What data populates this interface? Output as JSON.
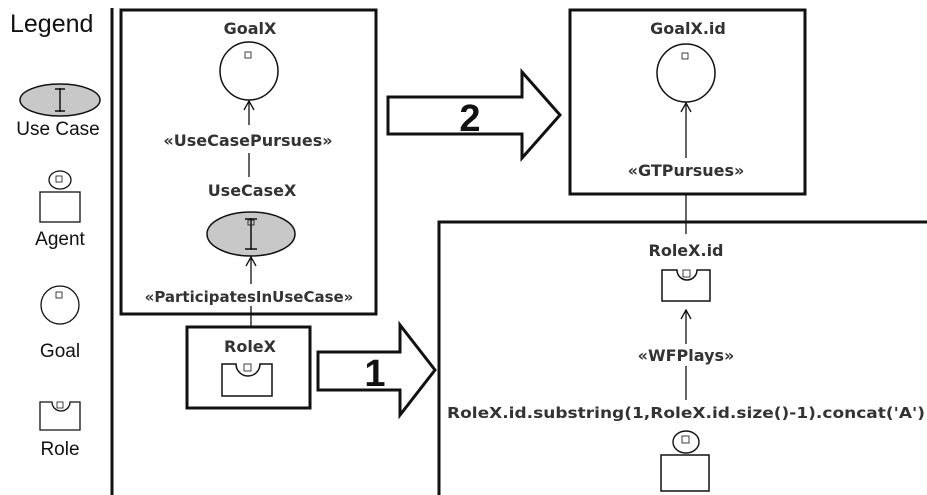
{
  "legend": {
    "title": "Legend",
    "items": [
      {
        "label": "Use Case",
        "icon": "use-case-icon"
      },
      {
        "label": "Agent",
        "icon": "agent-icon"
      },
      {
        "label": "Goal",
        "icon": "goal-icon"
      },
      {
        "label": "Role",
        "icon": "role-icon"
      }
    ]
  },
  "source_model": {
    "goal_label": "GoalX",
    "use_case_pursues": "«UseCasePursues»",
    "use_case_label": "UseCaseX",
    "participates": "«ParticipatesInUseCase»",
    "role_label": "RoleX"
  },
  "target_goal_model": {
    "goal_label": "GoalX.id",
    "gt_pursues": "«GTPursues»"
  },
  "target_role_model": {
    "role_label": "RoleX.id",
    "wf_plays": "«WFPlays»",
    "agent_label": "RoleX.id.substring(1,RoleX.id.size()-1).concat('A')"
  },
  "arrows": {
    "step1": "1",
    "step2": "2"
  },
  "colors": {
    "line": "#111111",
    "usecase_fill": "#c8c8c8",
    "label_text": "#333333"
  }
}
